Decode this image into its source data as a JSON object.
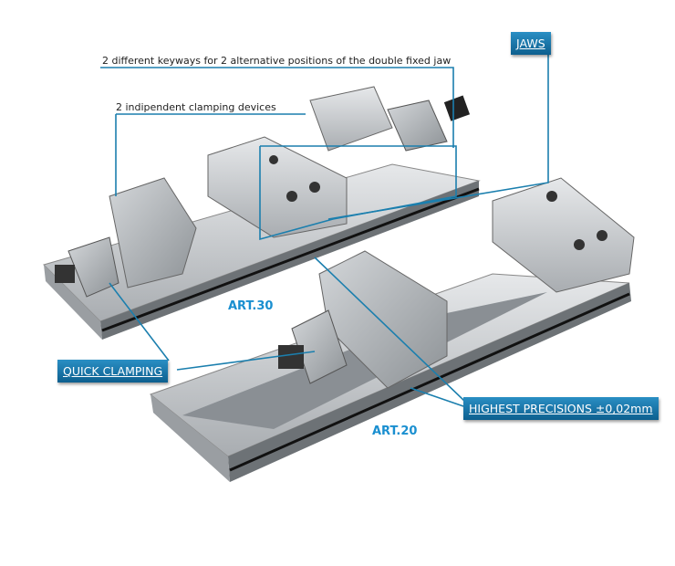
{
  "annotations": {
    "keyways": "2 different keyways for 2 alternative positions of the double fixed jaw",
    "clamping_devices": "2 indipendent clamping devices"
  },
  "tags": {
    "jaws": "JAWS",
    "quick_clamping": "QUICK CLAMPING",
    "highest_precisions": "HIGHEST PRECISIONS ±0,02mm"
  },
  "products": {
    "art30": "ART.30",
    "art20": "ART.20"
  },
  "colors": {
    "line": "#1b7fae",
    "tag": "#1a75a8",
    "art": "#1a8fd0"
  }
}
